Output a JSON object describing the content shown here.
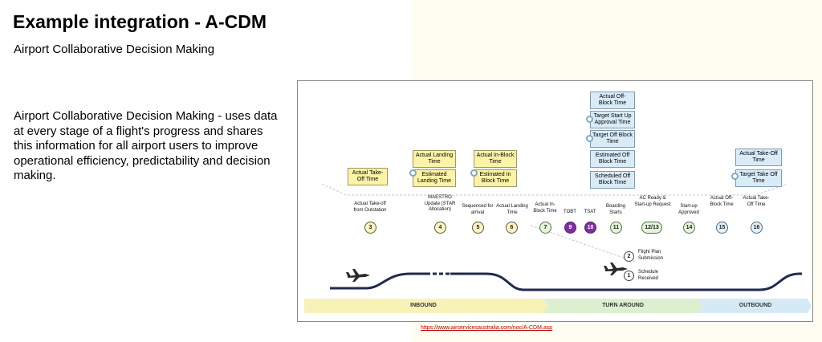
{
  "slide": {
    "title": "Example integration - A-CDM",
    "subtitle": "Airport Collaborative Decision Making",
    "body": "Airport Collaborative Decision Making - uses data at every stage of a flight's progress and shares this information for all airport users to improve operational efficiency, predictability and decision making.",
    "source_link": "https://www.airservicesaustralia.com/noc/A-CDM.asp"
  },
  "boxes": {
    "actual_takeoff_left": "Actual Take-Off Time",
    "actual_landing": "Actual Landing Time",
    "estimated_landing": "Estimated Landing Time",
    "actual_inblock": "Actual In-Block Time",
    "estimated_inblock": "Estimated In Block Time",
    "actual_offblock": "Actual Off-Block Time",
    "target_startup": "Target Start Up Approval Time",
    "target_offblock": "Target Off Block Time",
    "estimated_offblock": "Estimated Off Block Time",
    "scheduled_offblock": "Scheduled Off Block Time",
    "actual_takeoff_right": "Actual Take-Off Time",
    "target_takeoff": "Target Take Off Time"
  },
  "milestones": [
    {
      "num": "3",
      "label": "Actual Take-off from Outstation"
    },
    {
      "num": "4",
      "label": "MAESTRO Update (STAR Allocation)"
    },
    {
      "num": "5",
      "label": "Sequenced for arrival"
    },
    {
      "num": "6",
      "label": "Actual Landing Time"
    },
    {
      "num": "7",
      "label": "Actual In-Block Time"
    },
    {
      "num": "9",
      "label": "TOBT"
    },
    {
      "num": "10",
      "label": "TSAT"
    },
    {
      "num": "11",
      "label": "Boarding Starts"
    },
    {
      "num": "12/13",
      "label": "AC Ready & Start-up Request"
    },
    {
      "num": "14",
      "label": "Start-up Approved"
    },
    {
      "num": "15",
      "label": "Actual Off-Block Time"
    },
    {
      "num": "16",
      "label": "Actual Take-Off Time"
    }
  ],
  "lower_milestones": [
    {
      "num": "2",
      "label": "Flight Plan Submission"
    },
    {
      "num": "1",
      "label": "Schedule Received"
    }
  ],
  "phases": {
    "inbound": "INBOUND",
    "turnaround": "TURN AROUND",
    "outbound": "OUTBOUND"
  },
  "colors": {
    "yellow_box": "#fdf3a6",
    "blue_box": "#d9ebf7",
    "purple": "#7d2ea0",
    "inbound_band": "#f7f3b8",
    "turnaround_band": "#dcefcf",
    "outbound_band": "#d6eaf5",
    "track": "#1f2a4f"
  }
}
